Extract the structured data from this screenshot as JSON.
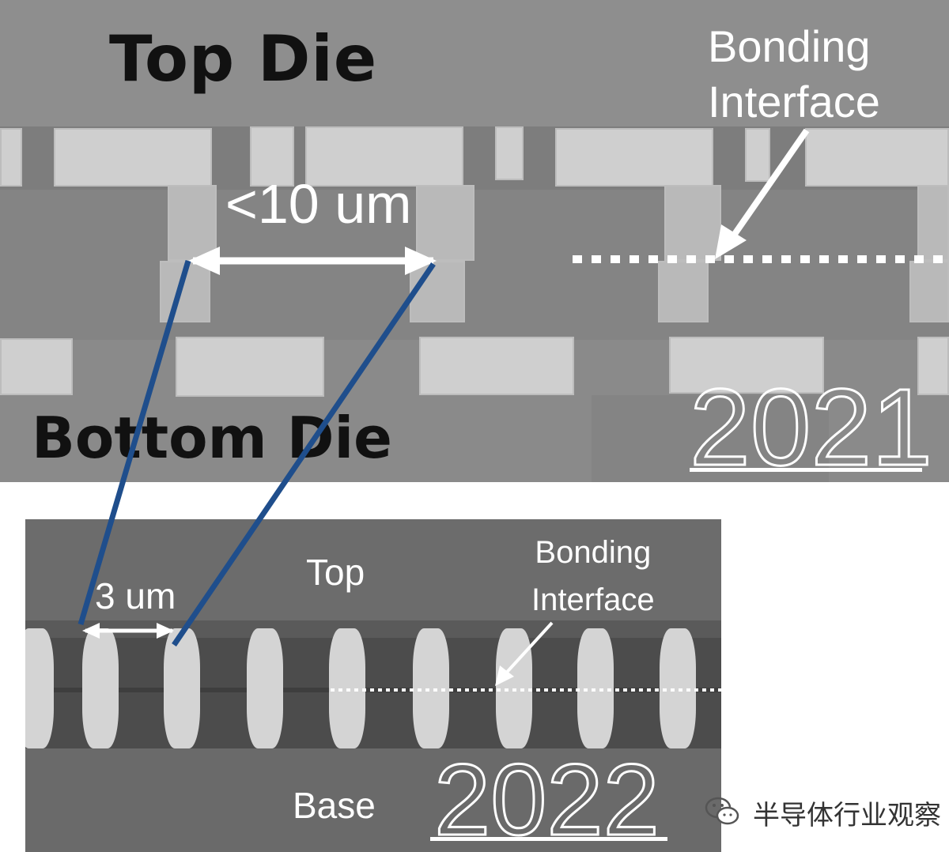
{
  "panel_2021": {
    "top_label": "Top Die",
    "bottom_label": "Bottom Die",
    "bonding_label_line1": "Bonding",
    "bonding_label_line2": "Interface",
    "pitch_label": "<10 um",
    "year": "2021"
  },
  "panel_2022": {
    "top_label": "Top",
    "base_label": "Base",
    "bonding_label_line1": "Bonding",
    "bonding_label_line2": "Interface",
    "pitch_label": "3 um",
    "year": "2022"
  },
  "watermark": {
    "text": "半导体行业观察",
    "icon": "wechat-icon"
  },
  "colors": {
    "connector_lines": "#1f4e8c",
    "annotation": "#ffffff"
  }
}
